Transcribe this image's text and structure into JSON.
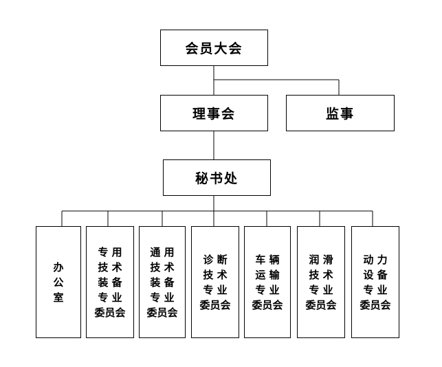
{
  "org_chart": {
    "general_assembly": {
      "label": "会员大会"
    },
    "council": {
      "label": "理事会"
    },
    "supervisor": {
      "label": "监事"
    },
    "secretariat": {
      "label": "秘书处"
    },
    "departments": [
      {
        "label": "办\n公\n室"
      },
      {
        "label": "专 用\n技 术\n装 备\n专 业\n委员会"
      },
      {
        "label": "通 用\n技 术\n装 备\n专 业\n委员会"
      },
      {
        "label": "诊 断\n技 术\n专 业\n委员会"
      },
      {
        "label": "车 辆\n运 输\n专 业\n委员会"
      },
      {
        "label": "润 滑\n技 术\n专 业\n委员会"
      },
      {
        "label": "动 力\n设 备\n专 业\n委员会"
      }
    ]
  }
}
